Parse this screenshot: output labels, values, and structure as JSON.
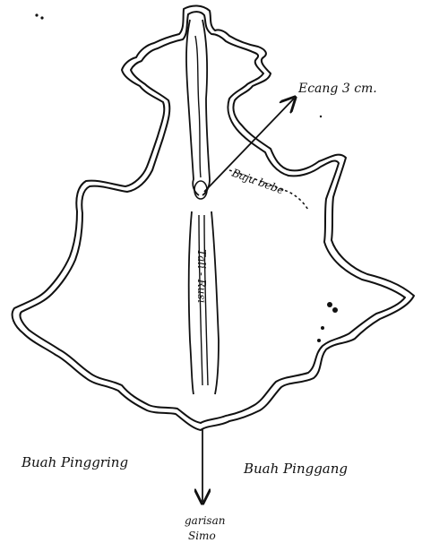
{
  "diagram": {
    "labels": {
      "ecang": "Ecang 3 cm.",
      "bajubebe": "Baju bebe",
      "spine_text": "Tali - Rusi",
      "buah_pinggiring": "Buah Pinggring",
      "buah_pinggang": "Buah Pinggang",
      "garisan_line1": "garisan",
      "garisan_line2": "Simo"
    },
    "colors": {
      "ink": "#111111",
      "paper": "#ffffff"
    }
  }
}
